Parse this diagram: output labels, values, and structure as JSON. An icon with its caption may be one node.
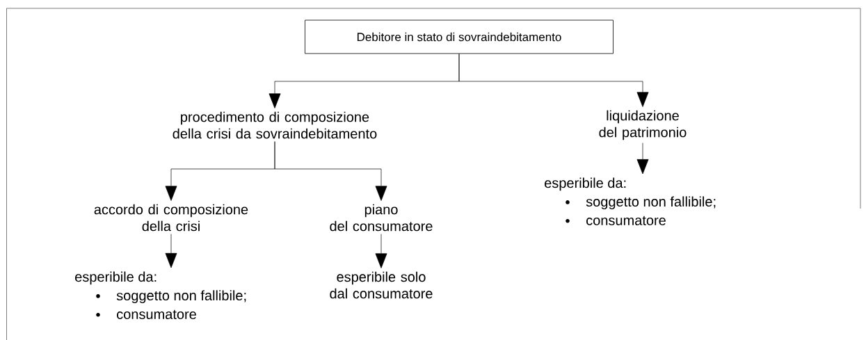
{
  "diagram": {
    "nodes": [
      {
        "text": [
          "Debitore in stato di sovraindebitamento"
        ]
      },
      {
        "text": [
          "procedimento di composizione della crisi da sovraindebitamento"
        ]
      },
      {
        "text": [
          "liquidazione del patrimonio"
        ]
      },
      {
        "text": [
          "accordo di composizione della crisi"
        ]
      },
      {
        "text": [
          "piano del consumatore"
        ]
      },
      {
        "text": [
          "esperibile da:",
          "soggetto non fallibile;",
          "consumatore"
        ]
      },
      {
        "text": [
          "esperibile solo dal consumatore"
        ]
      },
      {
        "text": [
          "esperibile da:",
          "soggetto non fallibile;",
          "consumatore"
        ]
      }
    ],
    "edges": [
      {
        "from": 0,
        "to": 1,
        "arrow": "to"
      },
      {
        "from": 0,
        "to": 2,
        "arrow": "to"
      },
      {
        "from": 1,
        "to": 3,
        "arrow": "to"
      },
      {
        "from": 1,
        "to": 4,
        "arrow": "to"
      },
      {
        "from": 3,
        "to": 5,
        "arrow": "to"
      },
      {
        "from": 4,
        "to": 6,
        "arrow": "to"
      },
      {
        "from": 2,
        "to": 7,
        "arrow": "to"
      }
    ]
  }
}
